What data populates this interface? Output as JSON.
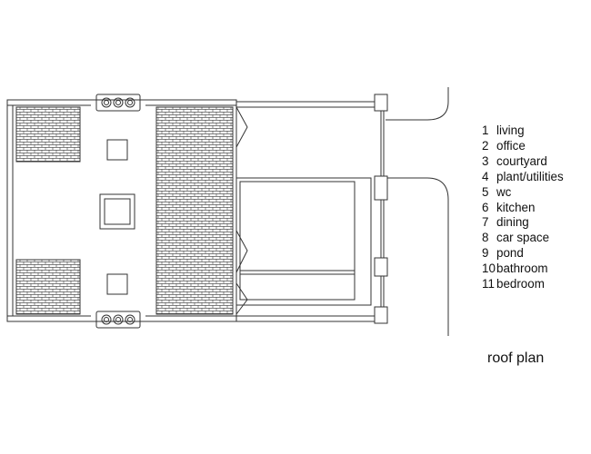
{
  "legend": [
    {
      "num": "1",
      "label": "living"
    },
    {
      "num": "2",
      "label": "office"
    },
    {
      "num": "3",
      "label": "courtyard"
    },
    {
      "num": "4",
      "label": "plant/utilities"
    },
    {
      "num": "5",
      "label": "wc"
    },
    {
      "num": "6",
      "label": "kitchen"
    },
    {
      "num": "7",
      "label": "dining"
    },
    {
      "num": "8",
      "label": "car space"
    },
    {
      "num": "9",
      "label": "pond"
    },
    {
      "num": "10",
      "label": "bathroom"
    },
    {
      "num": "11",
      "label": "bedroom"
    }
  ],
  "title": "roof plan",
  "colors": {
    "line": "#333333",
    "background": "#ffffff"
  }
}
